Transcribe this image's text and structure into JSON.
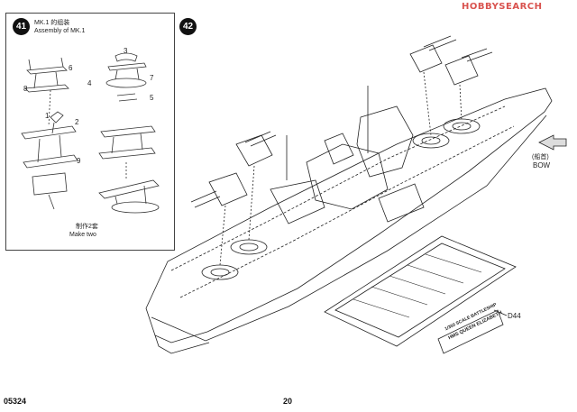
{
  "watermark": "HOBBYSEARCH",
  "step41": {
    "number": "41",
    "title_cn": "MK.1 的组装",
    "title_en": "Assembly of MK.1",
    "note_cn": "制作2套",
    "note_en": "Make two",
    "part_numbers": [
      "3",
      "6",
      "7",
      "4",
      "5",
      "8",
      "1",
      "2",
      "9"
    ]
  },
  "step42": {
    "number": "42",
    "direction_cn": "(船首)",
    "direction_en": "BOW",
    "part_label": "D44",
    "stand_label_line1": "1/350 SCALE BATTLESHIP",
    "stand_label_line2": "HMS QUEEN ELIZABETH"
  },
  "footer": {
    "kit_number": "05324",
    "page_number": "20"
  }
}
